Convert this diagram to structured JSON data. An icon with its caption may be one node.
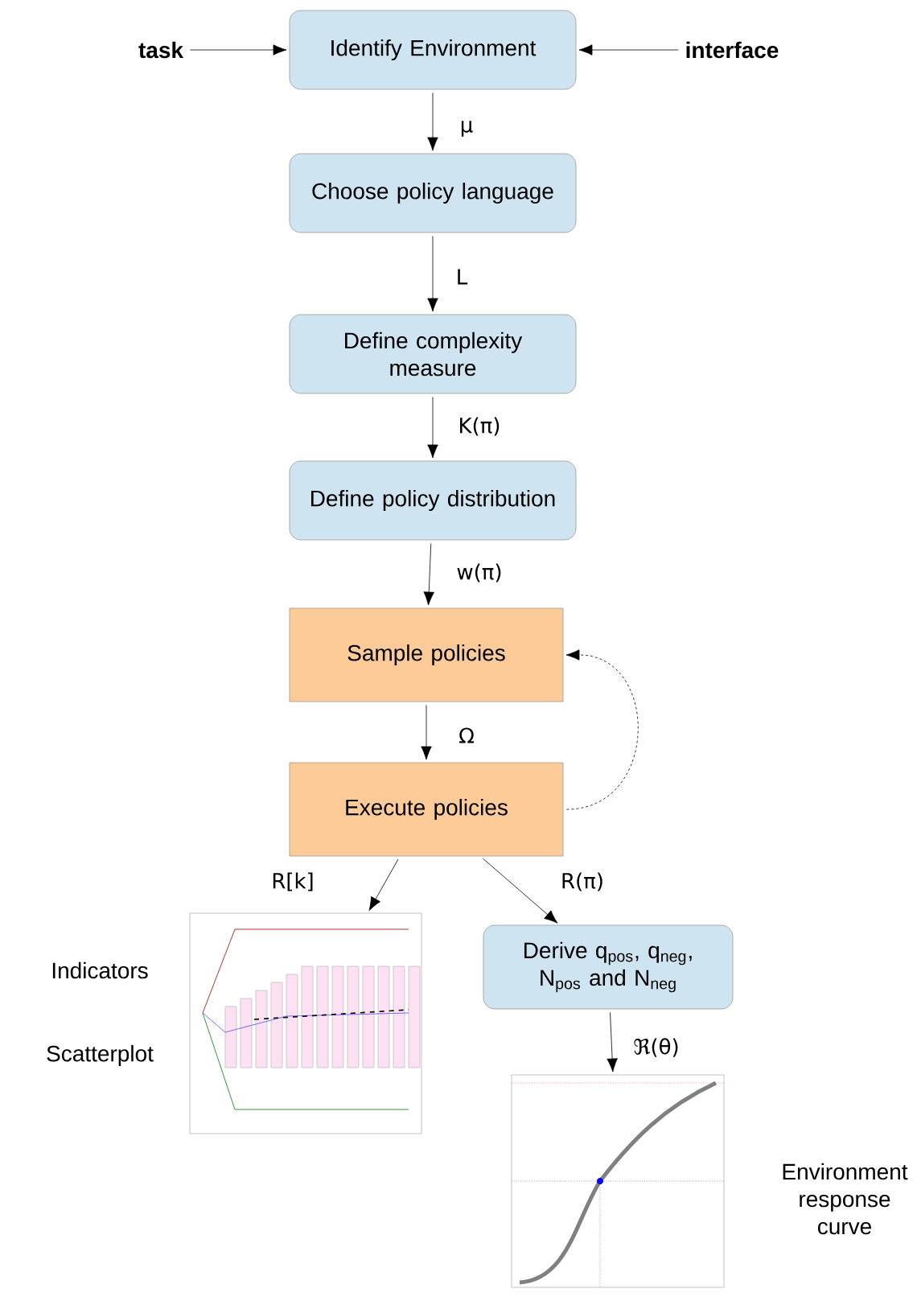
{
  "diagram": {
    "nodes": [
      {
        "text": [
          "task"
        ]
      },
      {
        "text": [
          "interface"
        ]
      },
      {
        "text": [
          "Identify Environment"
        ]
      },
      {
        "text": [
          "Choose policy language"
        ]
      },
      {
        "text": [
          "Define complexity measure"
        ]
      },
      {
        "text": [
          "Define policy distribution"
        ]
      },
      {
        "text": [
          "Sample policies"
        ]
      },
      {
        "text": [
          "Execute policies"
        ]
      },
      {
        "text": [],
        "shape": "picture",
        "beside": [
          "Indicators",
          "Scatterplot"
        ]
      },
      {
        "text": [
          "Derive q$_{pos}$, q$_{neg}$, N$_{pos}$ and N$_{neg}$"
        ]
      },
      {
        "text": [],
        "shape": "picture",
        "beside": [
          "Environment response curve"
        ]
      }
    ],
    "edges": [
      {
        "from": 0,
        "to": 2,
        "arrow": "to"
      },
      {
        "from": 1,
        "to": 2,
        "arrow": "to"
      },
      {
        "from": 2,
        "to": 3,
        "arrow": "to",
        "label": "μ"
      },
      {
        "from": 3,
        "to": 4,
        "arrow": "to",
        "label": "L"
      },
      {
        "from": 4,
        "to": 5,
        "arrow": "to",
        "label": "K(π)"
      },
      {
        "from": 5,
        "to": 6,
        "arrow": "to",
        "label": "w(π)"
      },
      {
        "from": 6,
        "to": 7,
        "arrow": "to",
        "label": "Ω"
      },
      {
        "from": 7,
        "to": 6,
        "arrow": "to",
        "style": "dashed"
      },
      {
        "from": 7,
        "to": 8,
        "arrow": "to",
        "label": "R[k]"
      },
      {
        "from": 7,
        "to": 9,
        "arrow": "to",
        "label": "R(π)"
      },
      {
        "from": 9,
        "to": 10,
        "arrow": "to",
        "label": "ℜ(θ)"
      }
    ]
  }
}
